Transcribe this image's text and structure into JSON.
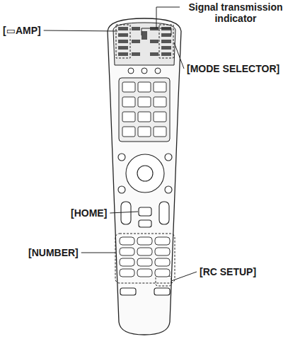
{
  "diagram": {
    "labels": [
      "Signal transmission indicator",
      "[▭AMP]",
      "[MODE SELECTOR]",
      "[HOME]",
      "[NUMBER]",
      "[RC SETUP]"
    ]
  }
}
